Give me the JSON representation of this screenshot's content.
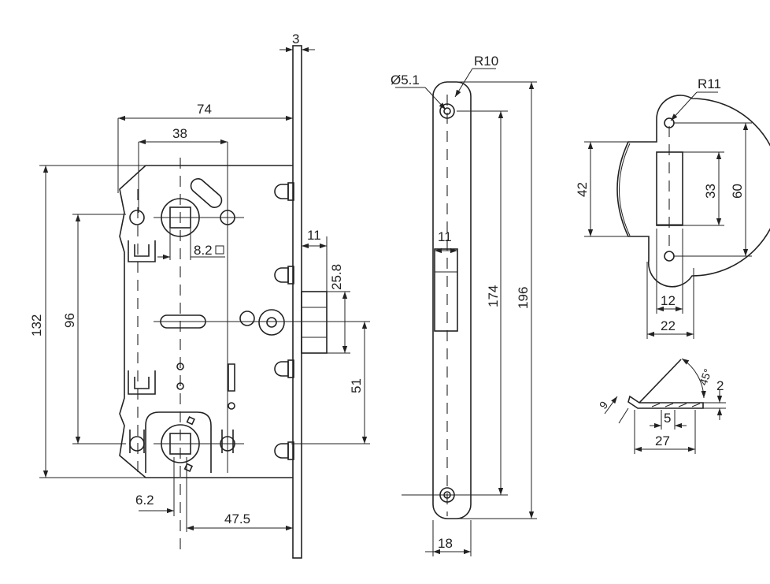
{
  "dimensions": {
    "faceplate_thickness": "3",
    "body_width": "74",
    "backset": "38",
    "spindle_square": "8.2",
    "total_height": "132",
    "handle_spacing": "96",
    "latch_width": "11",
    "latch_projection": "25.8",
    "cylinder_offset": "51",
    "cylinder_square": "6.2",
    "cylinder_backset": "47.5",
    "screw_hole_diameter": "Ø5.1",
    "faceplate_radius": "R10",
    "faceplate_slot_width": "11",
    "faceplate_hole_spacing": "174",
    "faceplate_length": "196",
    "faceplate_width": "18",
    "strike_radius": "R11",
    "strike_lip_height": "42",
    "strike_opening_height": "33",
    "strike_hole_spacing": "60",
    "strike_opening_depth": "12",
    "strike_width": "22",
    "profile_lip": "9",
    "profile_angle": "45°",
    "profile_thickness": "2",
    "profile_step": "5",
    "profile_length": "27"
  }
}
